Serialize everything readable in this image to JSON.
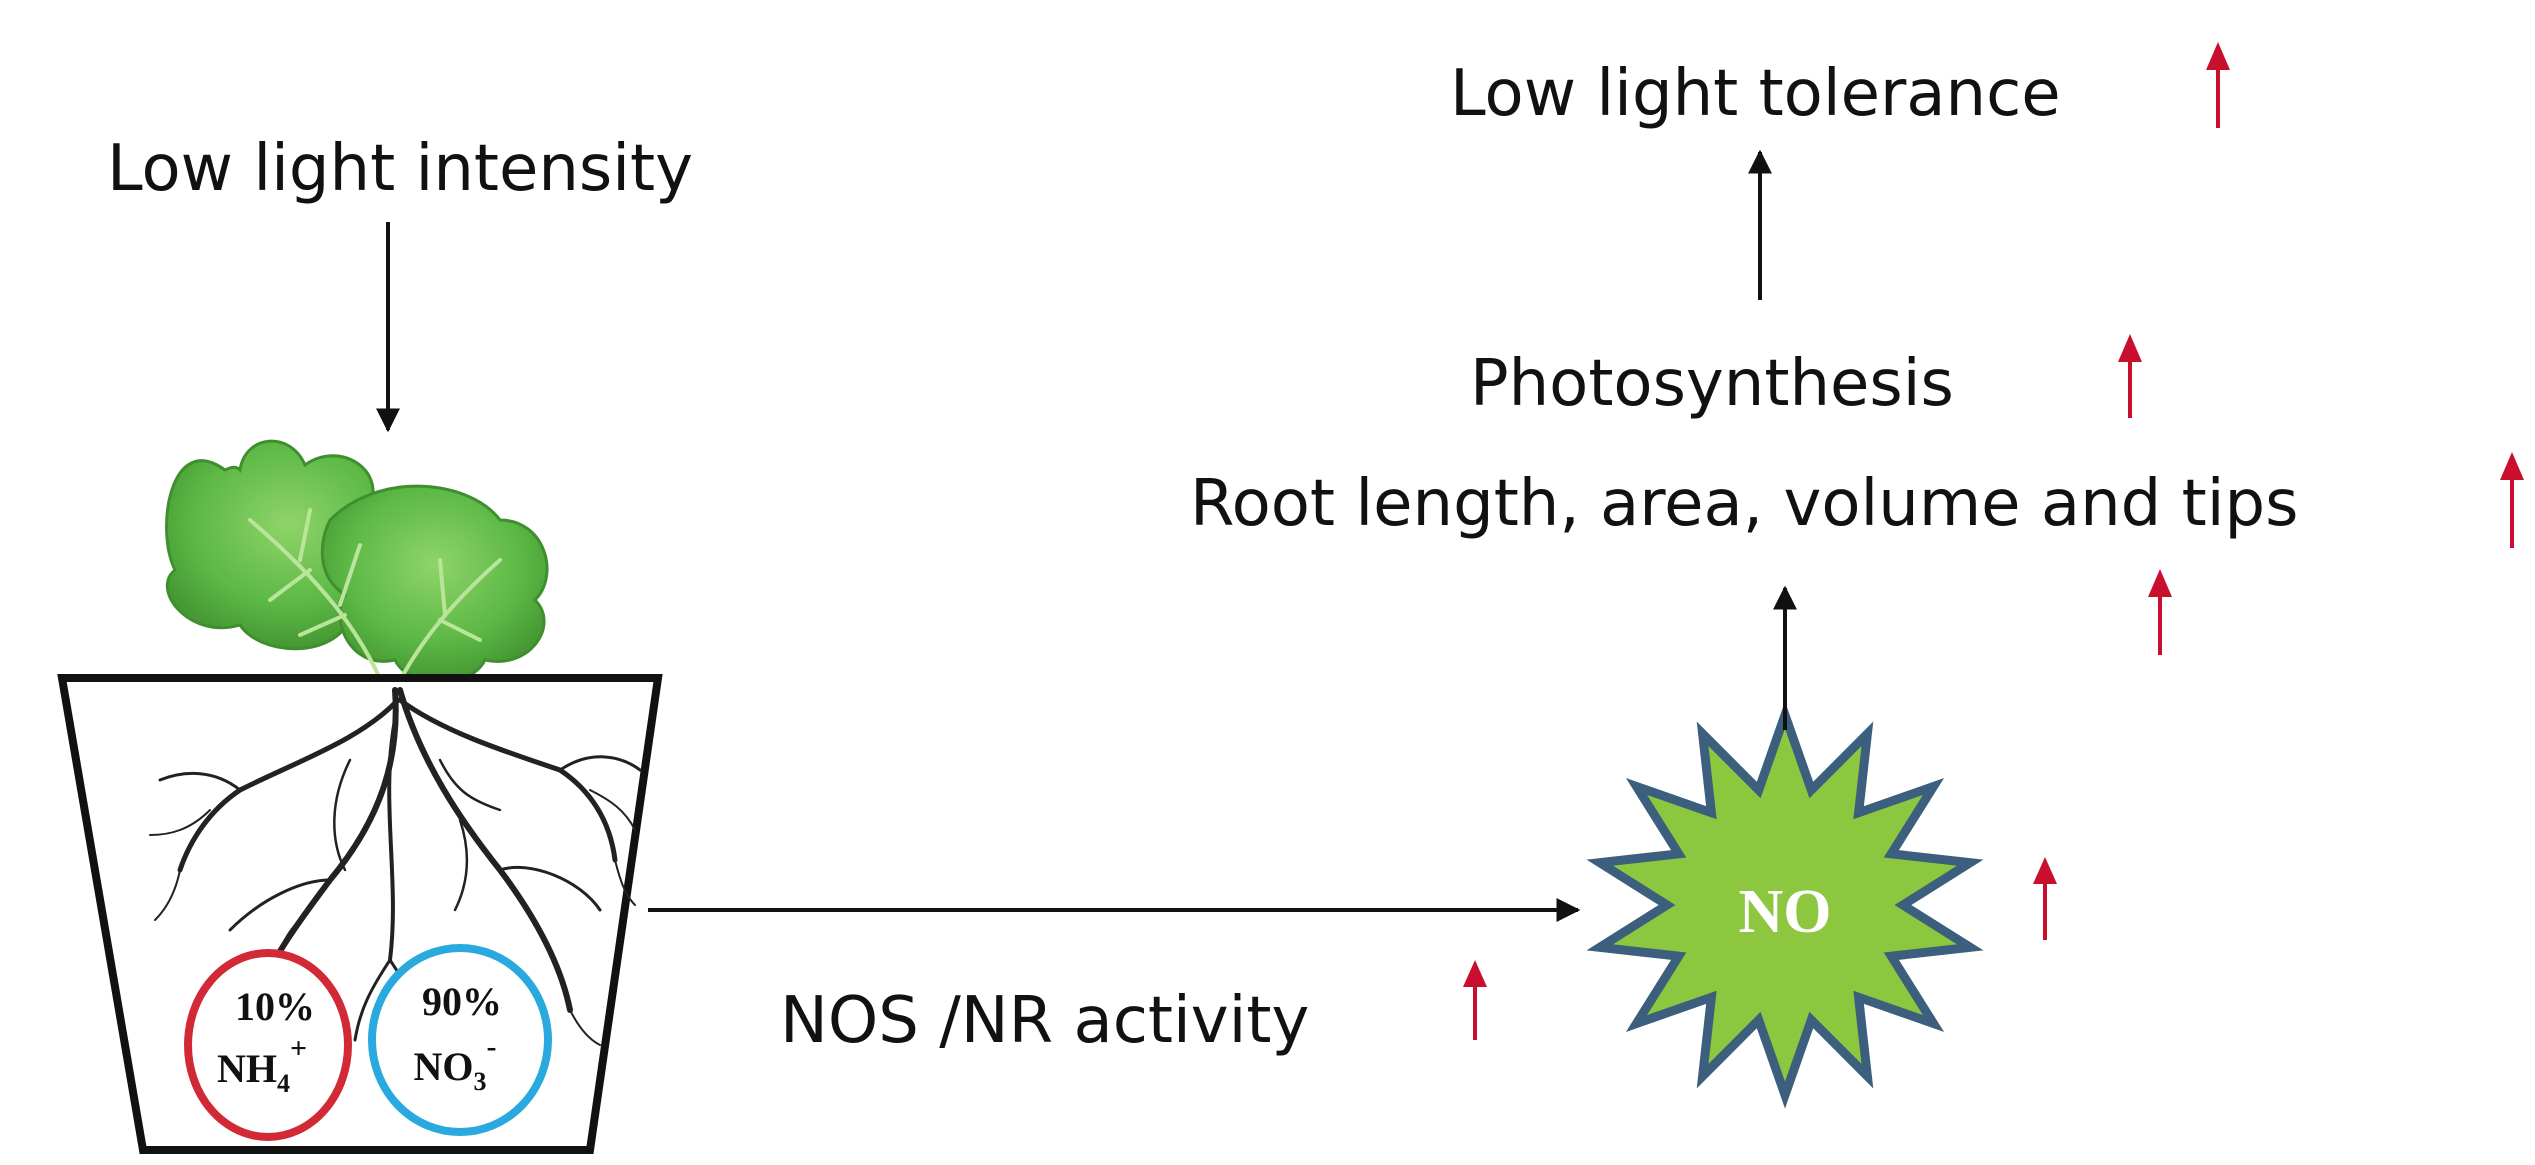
{
  "labels": {
    "low_light_intensity": "Low light intensity",
    "low_light_tolerance": "Low light tolerance",
    "photosynthesis": "Photosynthesis",
    "root_traits": "Root length, area, volume and tips",
    "nos_nr_activity": "NOS /NR activity",
    "no": "NO"
  },
  "nitrogen": {
    "ammonium": {
      "percent": "10%",
      "ion": "NH",
      "subscript": "4",
      "superscript": "+"
    },
    "nitrate": {
      "percent": "90%",
      "ion": "NO",
      "subscript": "3",
      "superscript": "-"
    }
  },
  "colors": {
    "increase_arrow": "#c8102e",
    "ammonium_circle": "#d12a36",
    "nitrate_circle": "#2aa9df",
    "no_burst_fill": "#8dc63f",
    "no_burst_stroke": "#3d5f7e",
    "leaf": "#5cb845",
    "root": "#222222"
  }
}
